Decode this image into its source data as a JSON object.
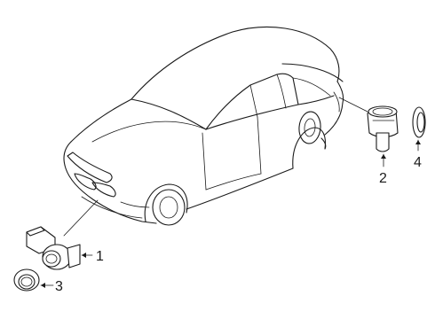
{
  "callouts": [
    {
      "number": "1",
      "part": "parking-sensor"
    },
    {
      "number": "2",
      "part": "parking-sensor-rear"
    },
    {
      "number": "3",
      "part": "sensor-ring"
    },
    {
      "number": "4",
      "part": "sensor-ring-rear"
    }
  ]
}
